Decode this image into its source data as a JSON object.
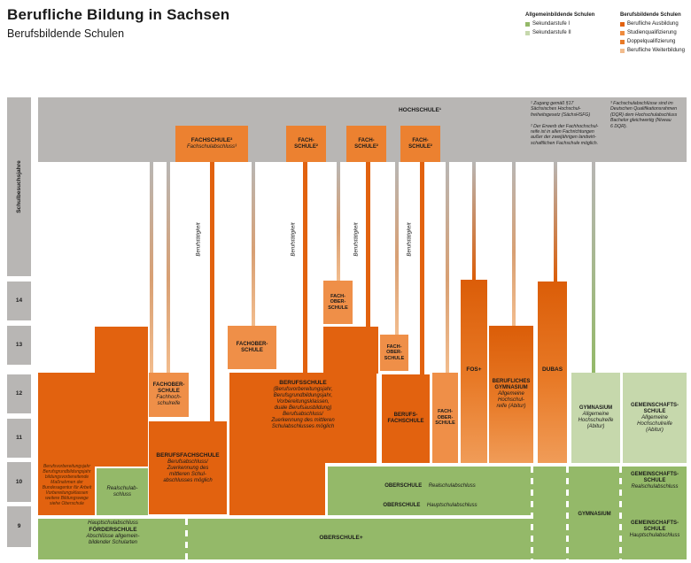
{
  "header": {
    "title": "Berufliche Bildung in Sachsen",
    "subtitle": "Berufsbildende Schulen"
  },
  "legend": {
    "general": {
      "title": "Allgemeinbildende Schulen",
      "items": [
        {
          "label": "Sekundarstufe I",
          "color": "#94B969"
        },
        {
          "label": "Sekundarstufe II",
          "color": "#C6D8AC"
        }
      ]
    },
    "vocational": {
      "title": "Berufsbildende Schulen",
      "items": [
        {
          "label": "Berufliche Ausbildung",
          "color": "#E2620F"
        },
        {
          "label": "Studienqualifizierung",
          "color": "#EE8B3E"
        },
        {
          "label": "Doppelqualifizierung",
          "color": "#E87A27"
        },
        {
          "label": "Berufliche Weiterbildung",
          "color": "#F2BC8D"
        }
      ]
    }
  },
  "axis": {
    "label": "Schulbesuchsjahre",
    "years": [
      "14",
      "13",
      "12",
      "11",
      "10",
      "9"
    ]
  },
  "hochschule_label": "HOCHSCHULE¹",
  "footnotes": {
    "fn1_2": "¹ Zugang gemäß §17\nSächsisches Hochschul-\nfreiheitsgesetz (SächsHSFG)\n\n² Der Erwerb der Fachhochschul-\nreife ist in allen Fachrichtungen\naußer der zweijährigen landwirt-\nschaftlichen Fachschule möglich.",
    "fn3": "³ Fachschulabschlüsse sind im\nDeutschen Qualifikationsrahmen\n(DQR) dem Hochschulabschluss\nBachelor gleichwertig (Niveau\n6 DQR)."
  },
  "top_boxes": {
    "fachschule_main": {
      "title": "FACHSCHULE²",
      "subtitle": "Fachschulabschluss³"
    },
    "fachschule_small": "FACH-\nSCHULE²"
  },
  "connector_label": "Berufstätigkeit",
  "boxes": {
    "left_block_note": "Berufsvorbereitungsjahr\nBerufsgrundbildungsjahr\nbildungsvorbereitende\nMaßnahmen der\nBundesagentur für Arbeit\nVorbereitungsklassen\nweitere Bildungswege\nsiehe Oberschule",
    "realschulabschluss": "Realschulab-\nschluss",
    "fachoberschule_1": {
      "title": "FACHOBER-\nSCHULE",
      "subtitle": "Fachhoch-\nschulreife"
    },
    "berufsfachschule_1": {
      "title": "BERUFSFACHSCHULE",
      "subtitle": "Berufsabschluss/\nZuerkennung des\nmittleren Schul-\nabschlusses möglich"
    },
    "fachoberschule_2": {
      "title": "FACHOBER-\nSCHULE"
    },
    "berufsschule": {
      "title": "BERUFSSCHULE",
      "subtitle": "(Berufsvorbereitungsjahr,\nBerufsgrundbildungsjahr,\nVorbereitungsklassen,\nduale Berufsausbildung)\nBerufsabschluss/\nZuerkennung des mittleren\nSchulabschlusses möglich"
    },
    "fachoberschule_small": "FACH-\nOBER-\nSCHULE",
    "berufsfachschule_2": "BERUFS-\nFACHSCHULE",
    "fos_plus": "FOS+",
    "berufliches_gymnasium": {
      "title": "BERUFLICHES\nGYMNASIUM",
      "subtitle": "Allgemeine\nHochschul-\nreife (Abitur)"
    },
    "dubas": "DUBAS",
    "gymnasium": {
      "title": "GYMNASIUM",
      "subtitle": "Allgemeine\nHochschulreife\n(Abitur)"
    },
    "gemeinschaftsschule": {
      "title": "GEMEINSCHAFTS-\nSCHULE",
      "subtitle": "Allgemeine\nHochschulreife\n(Abitur)"
    }
  },
  "bottom": {
    "oberschule_real": {
      "title": "OBERSCHULE",
      "subtitle": "Realschulabschluss"
    },
    "oberschule_haupt": {
      "title": "OBERSCHULE",
      "subtitle": "Hauptschulabschluss"
    },
    "oberschule_plus": "OBERSCHULE+",
    "foerderschule": {
      "pre": "Hauptschulabschluss",
      "title": "FÖRDERSCHULE",
      "subtitle": "Abschlüsse allgemein-\nbildender Schularten"
    },
    "gymnasium_label": "GYMNASIUM",
    "gms_real": {
      "title": "GEMEINSCHAFTS-\nSCHULE",
      "subtitle": "Realschulabschluss"
    },
    "gms_haupt": {
      "title": "GEMEINSCHAFTS-\nSCHULE",
      "subtitle": "Hauptschulabschluss"
    }
  },
  "palette": {
    "band_gray": "#B8B6B4",
    "berufliche_ausbildung": "#E2620F",
    "studienqualifizierung": "#EE8B3E",
    "doppelqualifizierung_top": "#DB5D08",
    "doppelqualifizierung_bottom": "#F09C58",
    "weiterbildung": "#F2BC8D",
    "sekundarstufe_1": "#94B969",
    "sekundarstufe_2": "#C6D8AC"
  }
}
